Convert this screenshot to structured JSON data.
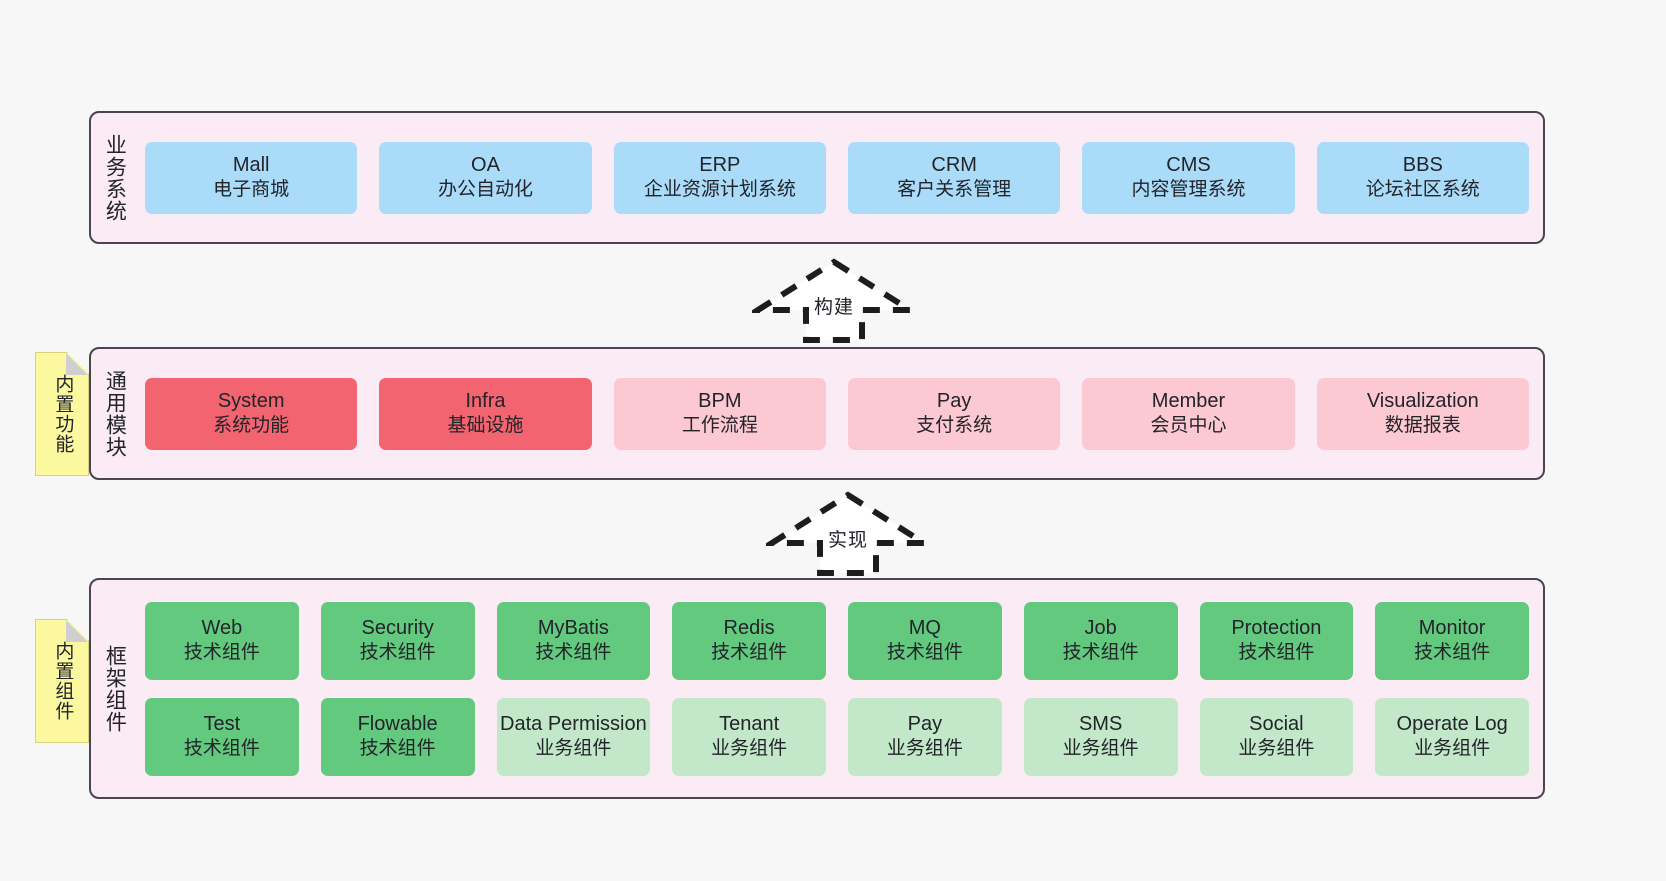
{
  "colors": {
    "background": "#f7f7f7",
    "layer_panel_bg": "#faebf5",
    "layer_panel_border": "#4a4453",
    "business_card": "#aadcfa",
    "common_core_card": "#f2646f",
    "common_card": "#fcc8d2",
    "framework_tech_card": "#63c97e",
    "framework_biz_card": "#c2e8c9",
    "note_tag": "#fbf8a0",
    "note_fold": "#cfcfcf",
    "text": "#22242a"
  },
  "layers": [
    {
      "id": "business",
      "title": "业务系统",
      "rows": [
        {
          "cards": [
            {
              "name": "Mall",
              "sub": "电子商城",
              "style": "c-blue"
            },
            {
              "name": "OA",
              "sub": "办公自动化",
              "style": "c-blue"
            },
            {
              "name": "ERP",
              "sub": "企业资源计划系统",
              "style": "c-blue"
            },
            {
              "name": "CRM",
              "sub": "客户关系管理",
              "style": "c-blue"
            },
            {
              "name": "CMS",
              "sub": "内容管理系统",
              "style": "c-blue"
            },
            {
              "name": "BBS",
              "sub": "论坛社区系统",
              "style": "c-blue"
            }
          ]
        }
      ]
    },
    {
      "id": "common",
      "title": "通用模块",
      "rows": [
        {
          "cards": [
            {
              "name": "System",
              "sub": "系统功能",
              "style": "c-red"
            },
            {
              "name": "Infra",
              "sub": "基础设施",
              "style": "c-red"
            },
            {
              "name": "BPM",
              "sub": "工作流程",
              "style": "c-pink"
            },
            {
              "name": "Pay",
              "sub": "支付系统",
              "style": "c-pink"
            },
            {
              "name": "Member",
              "sub": "会员中心",
              "style": "c-pink"
            },
            {
              "name": "Visualization",
              "sub": "数据报表",
              "style": "c-pink"
            }
          ]
        }
      ]
    },
    {
      "id": "framework",
      "title": "框架组件",
      "rows": [
        {
          "cards": [
            {
              "name": "Web",
              "sub": "技术组件",
              "style": "c-green"
            },
            {
              "name": "Security",
              "sub": "技术组件",
              "style": "c-green"
            },
            {
              "name": "MyBatis",
              "sub": "技术组件",
              "style": "c-green"
            },
            {
              "name": "Redis",
              "sub": "技术组件",
              "style": "c-green"
            },
            {
              "name": "MQ",
              "sub": "技术组件",
              "style": "c-green"
            },
            {
              "name": "Job",
              "sub": "技术组件",
              "style": "c-green"
            },
            {
              "name": "Protection",
              "sub": "技术组件",
              "style": "c-green"
            },
            {
              "name": "Monitor",
              "sub": "技术组件",
              "style": "c-green"
            }
          ]
        },
        {
          "cards": [
            {
              "name": "Test",
              "sub": "技术组件",
              "style": "c-green"
            },
            {
              "name": "Flowable",
              "sub": "技术组件",
              "style": "c-green"
            },
            {
              "name": "Data Permission",
              "sub": "业务组件",
              "style": "c-greenlight"
            },
            {
              "name": "Tenant",
              "sub": "业务组件",
              "style": "c-greenlight"
            },
            {
              "name": "Pay",
              "sub": "业务组件",
              "style": "c-greenlight"
            },
            {
              "name": "SMS",
              "sub": "业务组件",
              "style": "c-greenlight"
            },
            {
              "name": "Social",
              "sub": "业务组件",
              "style": "c-greenlight"
            },
            {
              "name": "Operate Log",
              "sub": "业务组件",
              "style": "c-greenlight"
            }
          ]
        }
      ]
    }
  ],
  "notes": [
    {
      "id": "functions",
      "label": "内置功能"
    },
    {
      "id": "components",
      "label": "内置组件"
    }
  ],
  "arrows": [
    {
      "id": "build",
      "label": "构建",
      "direction": "up"
    },
    {
      "id": "implement",
      "label": "实现",
      "direction": "up"
    }
  ]
}
